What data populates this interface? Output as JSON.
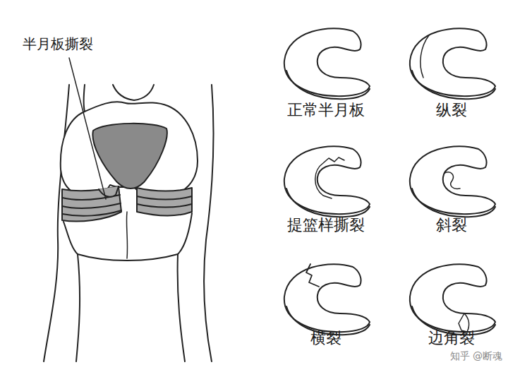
{
  "diagram": {
    "labels": [
      "半月板撕裂",
      "正常半月板",
      "纵裂",
      "提篮样撕裂",
      "斜裂",
      "横裂",
      "边角裂",
      "知乎 @断魂"
    ]
  }
}
